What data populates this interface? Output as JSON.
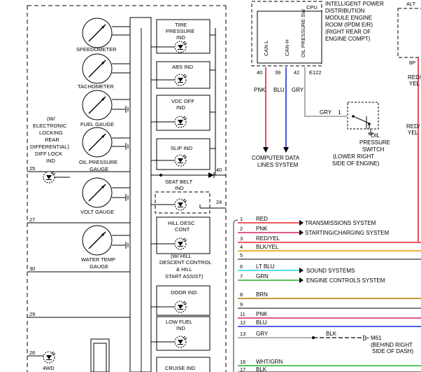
{
  "cluster": {
    "gauges": [
      {
        "id": "speedometer",
        "label": "SPEEDOMETER"
      },
      {
        "id": "tachometer",
        "label": "TACHOMETER"
      },
      {
        "id": "fuel",
        "label": "FUEL GAUGE"
      },
      {
        "id": "oil",
        "label1": "OIL PRESSURE",
        "label2": "GAUGE"
      },
      {
        "id": "volt",
        "label": "VOLT GAUGE"
      },
      {
        "id": "water",
        "label1": "WATER TEMP",
        "label2": "GAUGE"
      }
    ],
    "indicators": [
      {
        "id": "tire",
        "l1": "TIRE",
        "l2": "PRESSURE",
        "l3": "IND"
      },
      {
        "id": "abs",
        "l1": "ABS IND"
      },
      {
        "id": "vdc",
        "l1": "VDC OFF",
        "l2": "IND"
      },
      {
        "id": "slip",
        "l1": "SLIP IND"
      },
      {
        "id": "seatbelt",
        "l1": "SEAT BELT",
        "l2": "IND"
      },
      {
        "id": "hilldesc",
        "l1": "HILL DESC",
        "l2": "CONT"
      },
      {
        "id": "door",
        "l1": "DOOR IND"
      },
      {
        "id": "lowfuel",
        "l1": "LOW FUEL",
        "l2": "IND"
      },
      {
        "id": "cruise",
        "l1": "CRUISE IND"
      }
    ],
    "hill_note": [
      "(W/ HILL",
      "DESCENT CONTROL",
      "& HILL",
      "START ASSIST)"
    ],
    "locking_note": [
      "(W/",
      "ELECTRONIC",
      "LOCKING",
      "REAR",
      "DIFFERENTIAL)",
      "DIFF LOCK",
      "IND"
    ],
    "fourwd": "4WD",
    "pins": {
      "p25": "25",
      "p27": "27",
      "p30": "30",
      "p29": "29",
      "p26": "26",
      "p40": "40",
      "p24": "24"
    }
  },
  "cpu": {
    "label": "CPU",
    "desc": [
      "INTELLIGENT POWER",
      "DISTRIBUTION",
      "MODULE ENGINE",
      "ROOM (IPDM E/R)",
      "(RIGHT REAR OF",
      "ENGINE COMPT)"
    ],
    "pins": [
      {
        "name": "CAN-L",
        "num": "40",
        "wire": "PNK",
        "color": "#e8202a"
      },
      {
        "name": "CAN-H",
        "num": "39",
        "wire": "BLU",
        "color": "#1b2fd6"
      },
      {
        "name": "OIL PRESSURE SW",
        "num": "42",
        "wire": "GRY",
        "color": "#9a9a9a"
      }
    ],
    "connector": "E122",
    "can_dest": [
      "COMPUTER DATA",
      "LINES SYSTEM"
    ]
  },
  "oil_switch": {
    "wire": "GRY",
    "pin": "1",
    "label": [
      "OIL",
      "PRESSURE",
      "SWITCH",
      "(LOWER RIGHT",
      "SIDE OF ENGINE)"
    ]
  },
  "right_partial": {
    "top": "ALT",
    "pin": "8P",
    "w1": [
      "RED/",
      "YEL"
    ],
    "w2": [
      "RED/",
      "YEL"
    ]
  },
  "wires": [
    {
      "num": "1",
      "name": "RED",
      "color": "#e8202a",
      "dest": "TRANSMISSIONS SYSTEM"
    },
    {
      "num": "2",
      "name": "PNK",
      "color": "#d8206a",
      "dest": "STARTING/CHARGING SYSTEM"
    },
    {
      "num": "3",
      "name": "RED/YEL",
      "color": "#e8202a",
      "dest": ""
    },
    {
      "num": "4",
      "name": "BLK/YEL",
      "color": "#e0a000",
      "dest": ""
    },
    {
      "num": "5",
      "name": "",
      "color": "#000000",
      "dest": ""
    },
    {
      "num": "6",
      "name": "LT BLU",
      "color": "#20d0f0",
      "dest": "SOUND SYSTEMS"
    },
    {
      "num": "7",
      "name": "GRN",
      "color": "#20b020",
      "dest": "ENGINE CONTROLS SYSTEM"
    },
    {
      "num": "8",
      "name": "BRN",
      "color": "#b07800",
      "dest": ""
    },
    {
      "num": "9",
      "name": "",
      "color": "#000000",
      "dest": ""
    },
    {
      "num": "11",
      "name": "PNK",
      "color": "#d8206a",
      "dest": ""
    },
    {
      "num": "12",
      "name": "BLU",
      "color": "#1b2fd6",
      "dest": ""
    },
    {
      "num": "13",
      "name": "GRY",
      "color": "#9a9a9a",
      "dest": ""
    },
    {
      "num": "16",
      "name": "WHT/GRN",
      "color": "#20b020",
      "dest": ""
    },
    {
      "num": "17",
      "name": "BLK",
      "color": "#000000",
      "dest": ""
    }
  ],
  "ground": {
    "wire": "BLK",
    "name": "M61",
    "desc": [
      "(BEHIND RIGHT",
      "SIDE OF DASH)"
    ]
  }
}
